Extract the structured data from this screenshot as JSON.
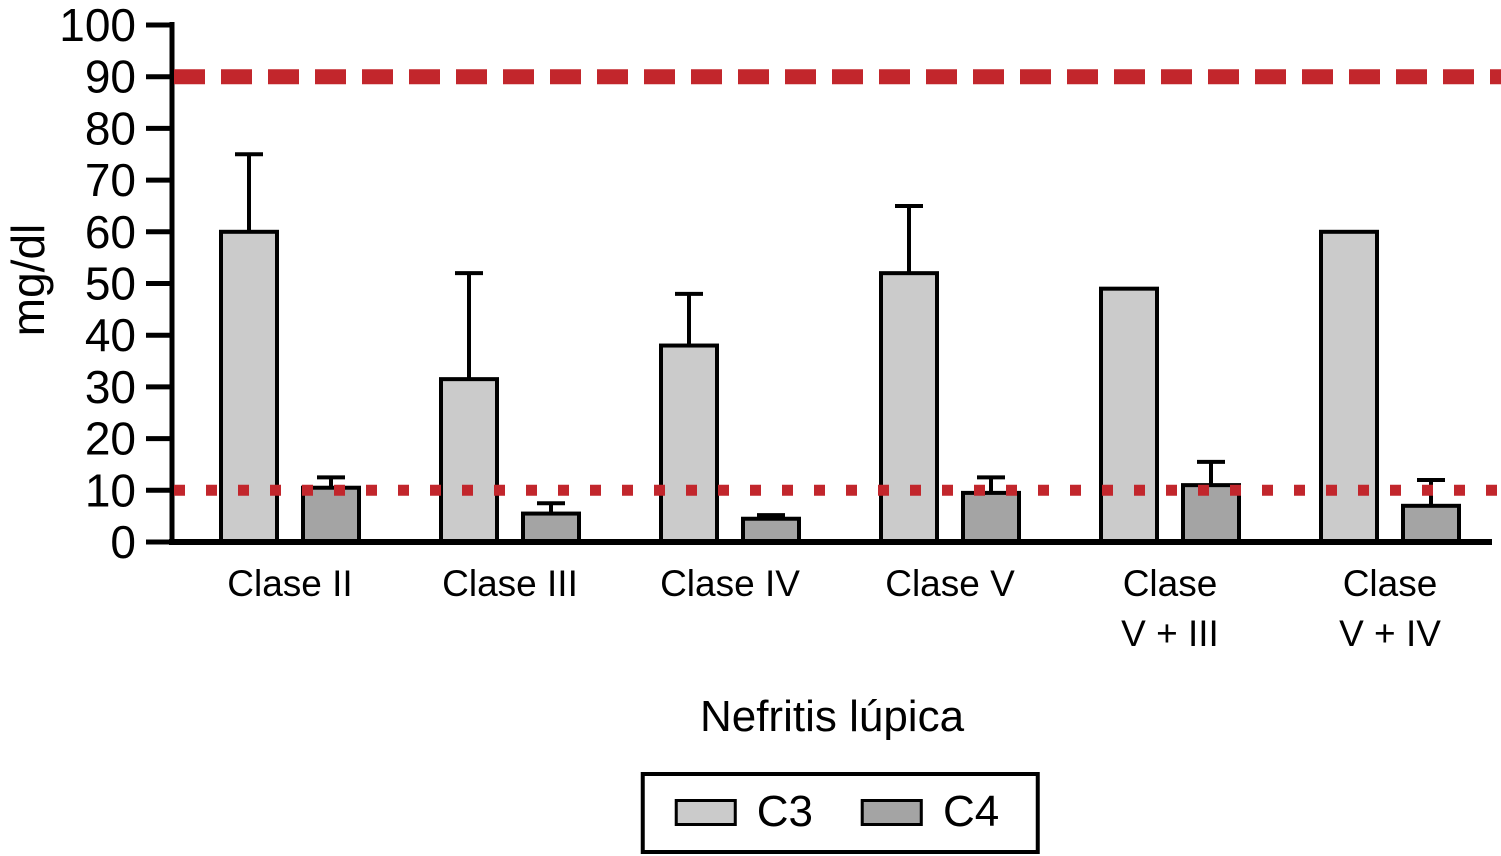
{
  "chart_data": {
    "type": "bar",
    "title": "",
    "xlabel": "Nefritis lúpica",
    "ylabel": "mg/dl",
    "categories": [
      "Clase II",
      "Clase III",
      "Clase IV",
      "Clase V",
      "Clase\nV + III",
      "Clase\nV + IV"
    ],
    "series": [
      {
        "name": "C3",
        "color": "#cbcbcb",
        "values": [
          60,
          31.5,
          38,
          52,
          49,
          60
        ],
        "error_upper": [
          15,
          20.5,
          10,
          13,
          0,
          0
        ]
      },
      {
        "name": "C4",
        "color": "#a4a4a4",
        "values": [
          10.5,
          5.5,
          4.5,
          9.5,
          11,
          7
        ],
        "error_upper": [
          2,
          2,
          0.7,
          3,
          4.5,
          5
        ]
      }
    ],
    "ylim": [
      0,
      100
    ],
    "ytick_step": 10,
    "yticks": [
      0,
      10,
      20,
      30,
      40,
      50,
      60,
      70,
      80,
      90,
      100
    ],
    "reference_lines": [
      {
        "value": 90,
        "style": "dashed",
        "color": "#c2262c"
      },
      {
        "value": 10,
        "style": "dotted",
        "color": "#c2262c"
      }
    ],
    "grid": false,
    "legend_position": "bottom",
    "bar_border_color": "#000000",
    "axis_color": "#000000"
  },
  "legend": {
    "items": [
      {
        "label": "C3",
        "color": "#cbcbcb"
      },
      {
        "label": "C4",
        "color": "#a4a4a4"
      }
    ]
  }
}
